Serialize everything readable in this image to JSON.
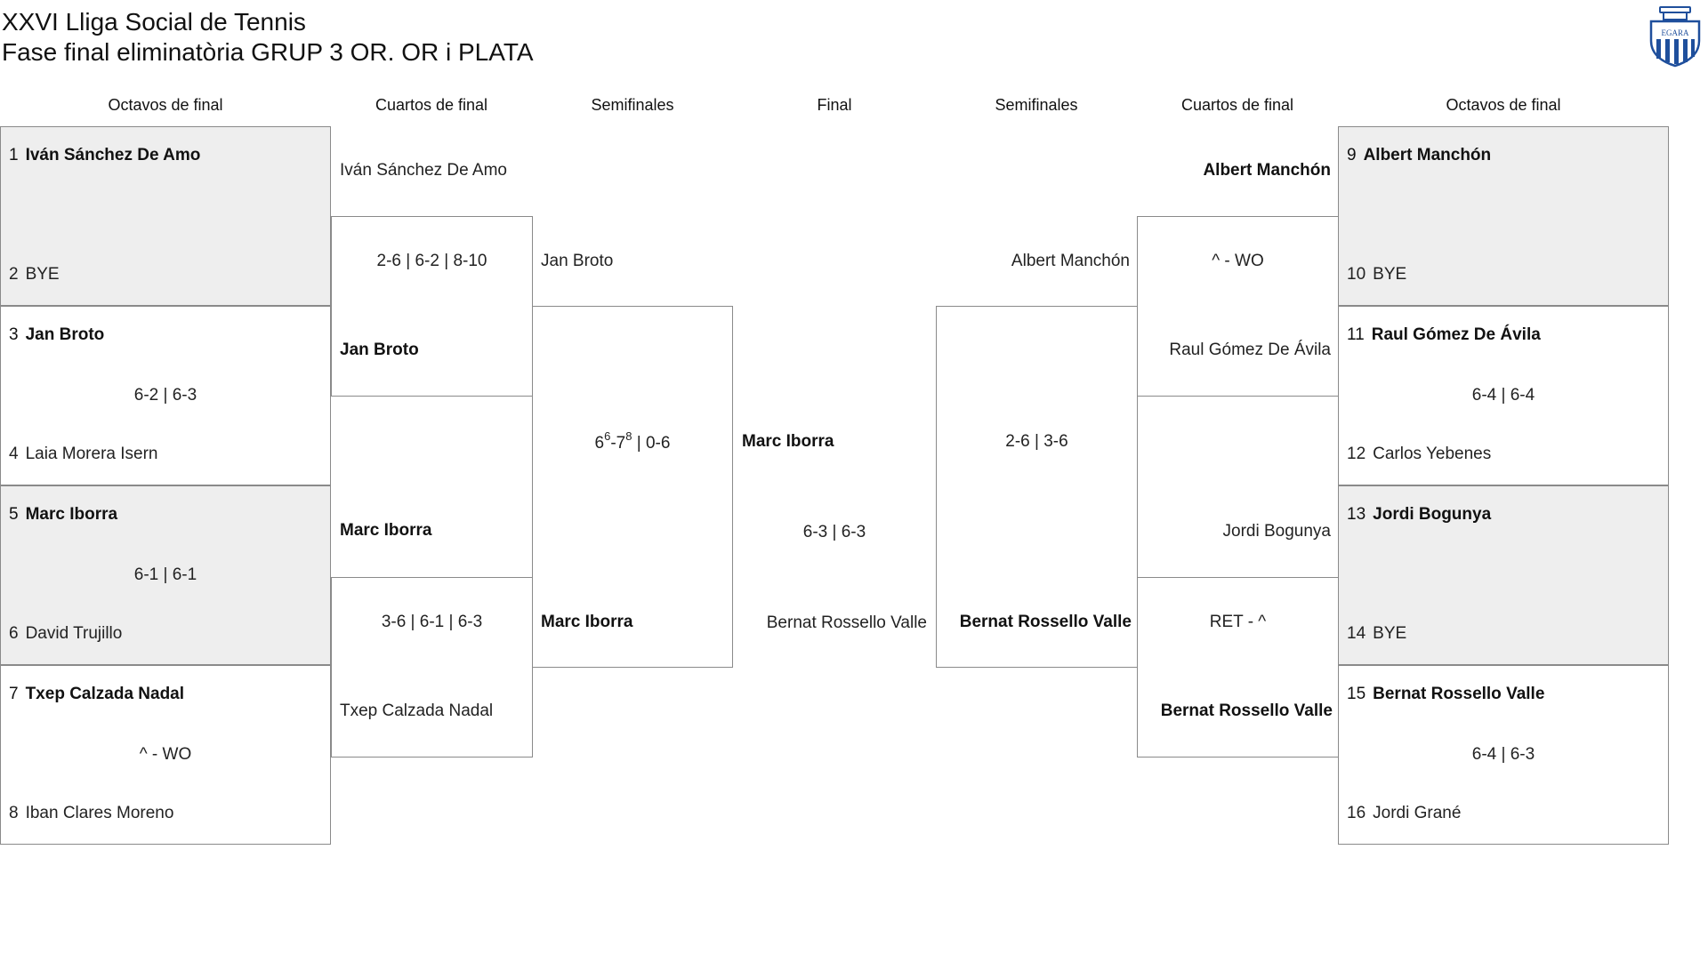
{
  "header": {
    "title": "XXVI Lliga Social de Tennis",
    "subtitle": "Fase final eliminatòria GRUP 3 OR. OR i PLATA"
  },
  "logo": {
    "text": "EGARA",
    "icon": "club-crest-icon",
    "color": "#1f4f9c"
  },
  "columns": {
    "left_r16": "Octavos de final",
    "left_qf": "Cuartos de final",
    "left_sf": "Semifinales",
    "final": "Final",
    "right_sf": "Semifinales",
    "right_qf": "Cuartos de final",
    "right_r16": "Octavos de final"
  },
  "left_r16": [
    {
      "seed1": "1",
      "p1": "Iván Sánchez De Amo",
      "score": "",
      "seed2": "2",
      "p2": "BYE"
    },
    {
      "seed1": "3",
      "p1": "Jan Broto",
      "score": "6-2 | 6-3",
      "seed2": "4",
      "p2": "Laia Morera Isern"
    },
    {
      "seed1": "5",
      "p1": "Marc Iborra",
      "score": "6-1 | 6-1",
      "seed2": "6",
      "p2": "David Trujillo"
    },
    {
      "seed1": "7",
      "p1": "Txep Calzada Nadal",
      "score": "^ - WO",
      "seed2": "8",
      "p2": "Iban Clares Moreno"
    }
  ],
  "left_qf": [
    {
      "p1": "Iván Sánchez De Amo",
      "score": "2-6 | 6-2 | 8-10",
      "p2": "Jan Broto"
    },
    {
      "p1": "Marc Iborra",
      "score": "3-6 | 6-1 | 6-3",
      "p2": "Txep Calzada Nadal"
    }
  ],
  "left_sf": {
    "p1": "Jan Broto",
    "score_a": "6",
    "score_a_sup": "6",
    "score_b": "-7",
    "score_b_sup": "8",
    "score_rest": " | 0-6",
    "p2": "Marc Iborra"
  },
  "final": {
    "p1": "Marc Iborra",
    "score": "6-3 | 6-3",
    "p2": "Bernat Rossello Valle"
  },
  "right_sf": {
    "p1": "Albert Manchón",
    "score": "2-6 | 3-6",
    "p2": "Bernat Rossello Valle"
  },
  "right_qf": [
    {
      "p1": "Albert Manchón",
      "score": "^ - WO",
      "p2": "Raul Gómez De Ávila"
    },
    {
      "p1": "Jordi Bogunya",
      "score": "RET - ^",
      "p2": "Bernat Rossello Valle"
    }
  ],
  "right_r16": [
    {
      "seed1": "9",
      "p1": "Albert Manchón",
      "score": "",
      "seed2": "10",
      "p2": "BYE"
    },
    {
      "seed1": "11",
      "p1": "Raul Gómez De Ávila",
      "score": "6-4 | 6-4",
      "seed2": "12",
      "p2": "Carlos Yebenes"
    },
    {
      "seed1": "13",
      "p1": "Jordi Bogunya",
      "score": "",
      "seed2": "14",
      "p2": "BYE"
    },
    {
      "seed1": "15",
      "p1": "Bernat Rossello Valle",
      "score": "6-4 | 6-3",
      "seed2": "16",
      "p2": "Jordi Grané"
    }
  ]
}
